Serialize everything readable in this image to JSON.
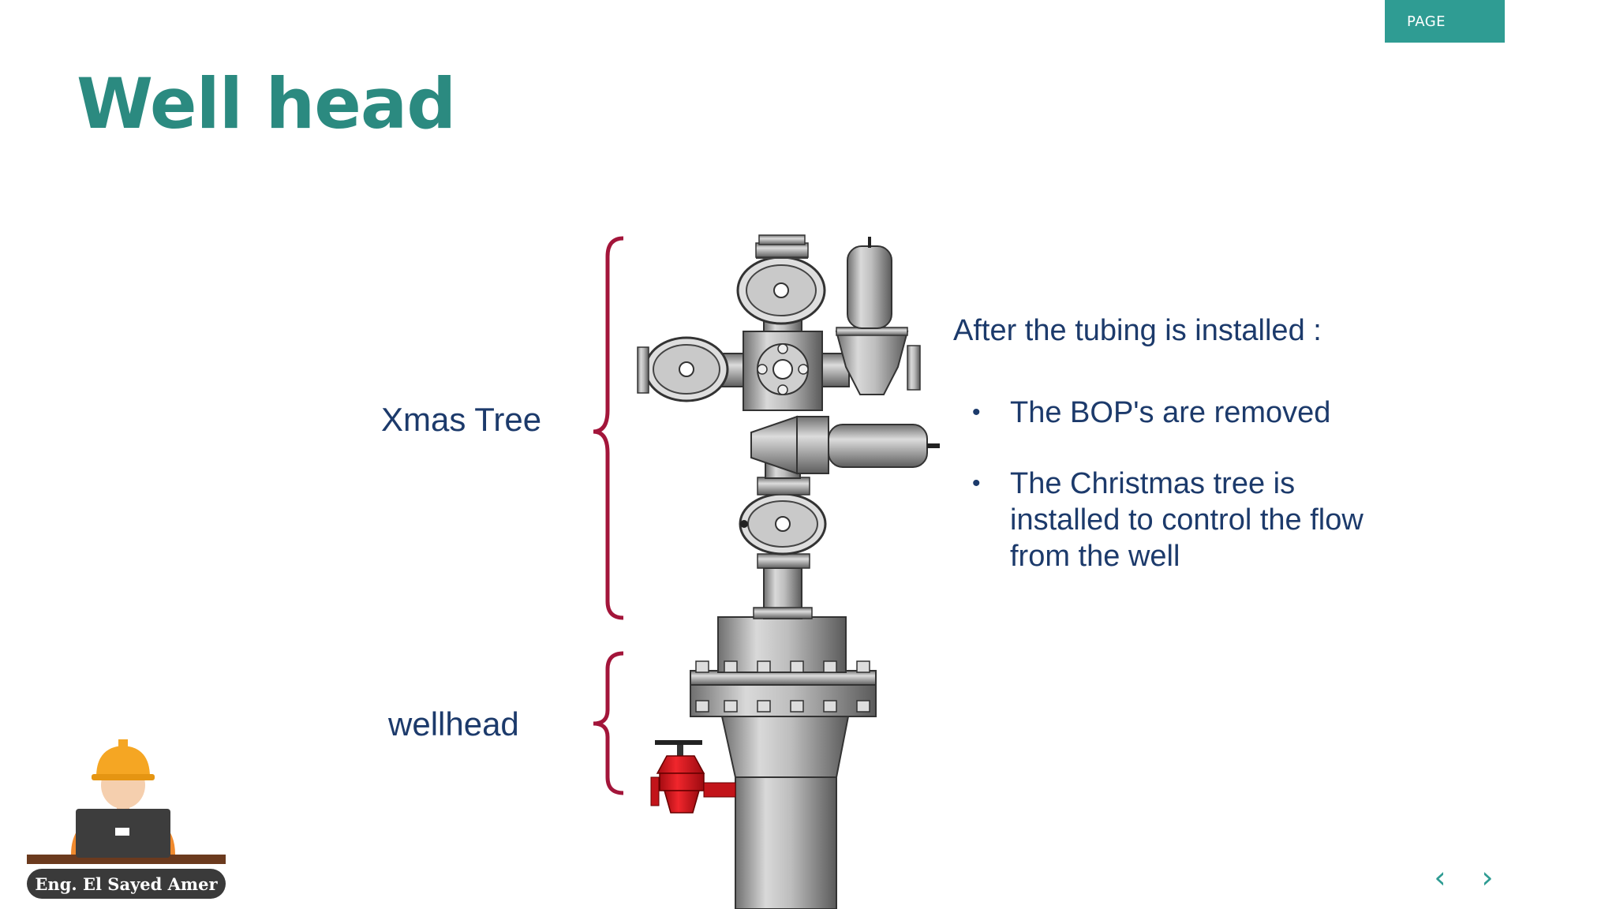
{
  "header": {
    "page_tab": "PAGE",
    "title": "Well head"
  },
  "labels": {
    "xmas_tree": "Xmas Tree",
    "wellhead": "wellhead"
  },
  "content": {
    "intro": "After the tubing is installed :",
    "bullets": [
      {
        "text": "The BOP's are removed"
      },
      {
        "text": "The Christmas tree is installed to control the flow from the well"
      }
    ]
  },
  "author": {
    "name": "Eng. El Sayed Amer"
  },
  "navigation": {
    "prev_symbol": "‹",
    "next_symbol": "›"
  },
  "colors": {
    "accent": "#2f9c93",
    "title": "#2b8a80",
    "text": "#1c3a6b",
    "brace": "#a3153a",
    "valve_red": "#d9141c"
  }
}
